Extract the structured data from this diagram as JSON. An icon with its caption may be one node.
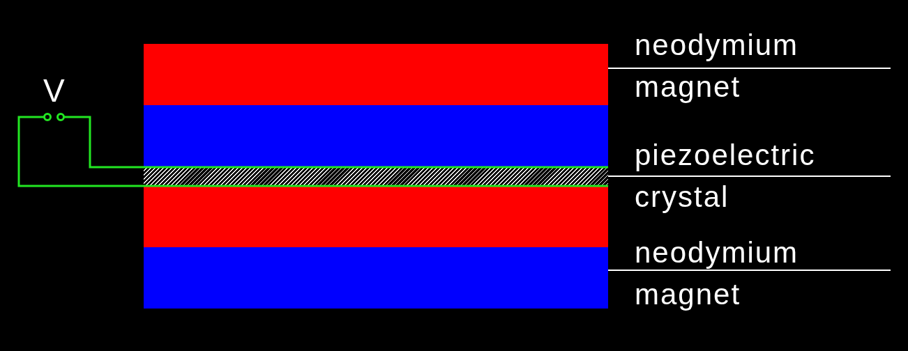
{
  "diagram": {
    "nodes": [
      {
        "text": [
          "neodymium magnet"
        ]
      },
      {
        "text": [],
        "shape": "box"
      },
      {
        "text": [
          "piezoelectric crystal"
        ]
      },
      {
        "text": [],
        "shape": "box"
      },
      {
        "text": [
          "neodymium magnet"
        ]
      },
      {
        "text": [],
        "shape": "box"
      }
    ],
    "edges": [
      {
        "from": 0,
        "to": 1,
        "arrow": "none"
      },
      {
        "from": 2,
        "to": 3,
        "arrow": "none"
      },
      {
        "from": 4,
        "to": 5,
        "arrow": "none"
      }
    ],
    "labels": [
      "V"
    ]
  }
}
